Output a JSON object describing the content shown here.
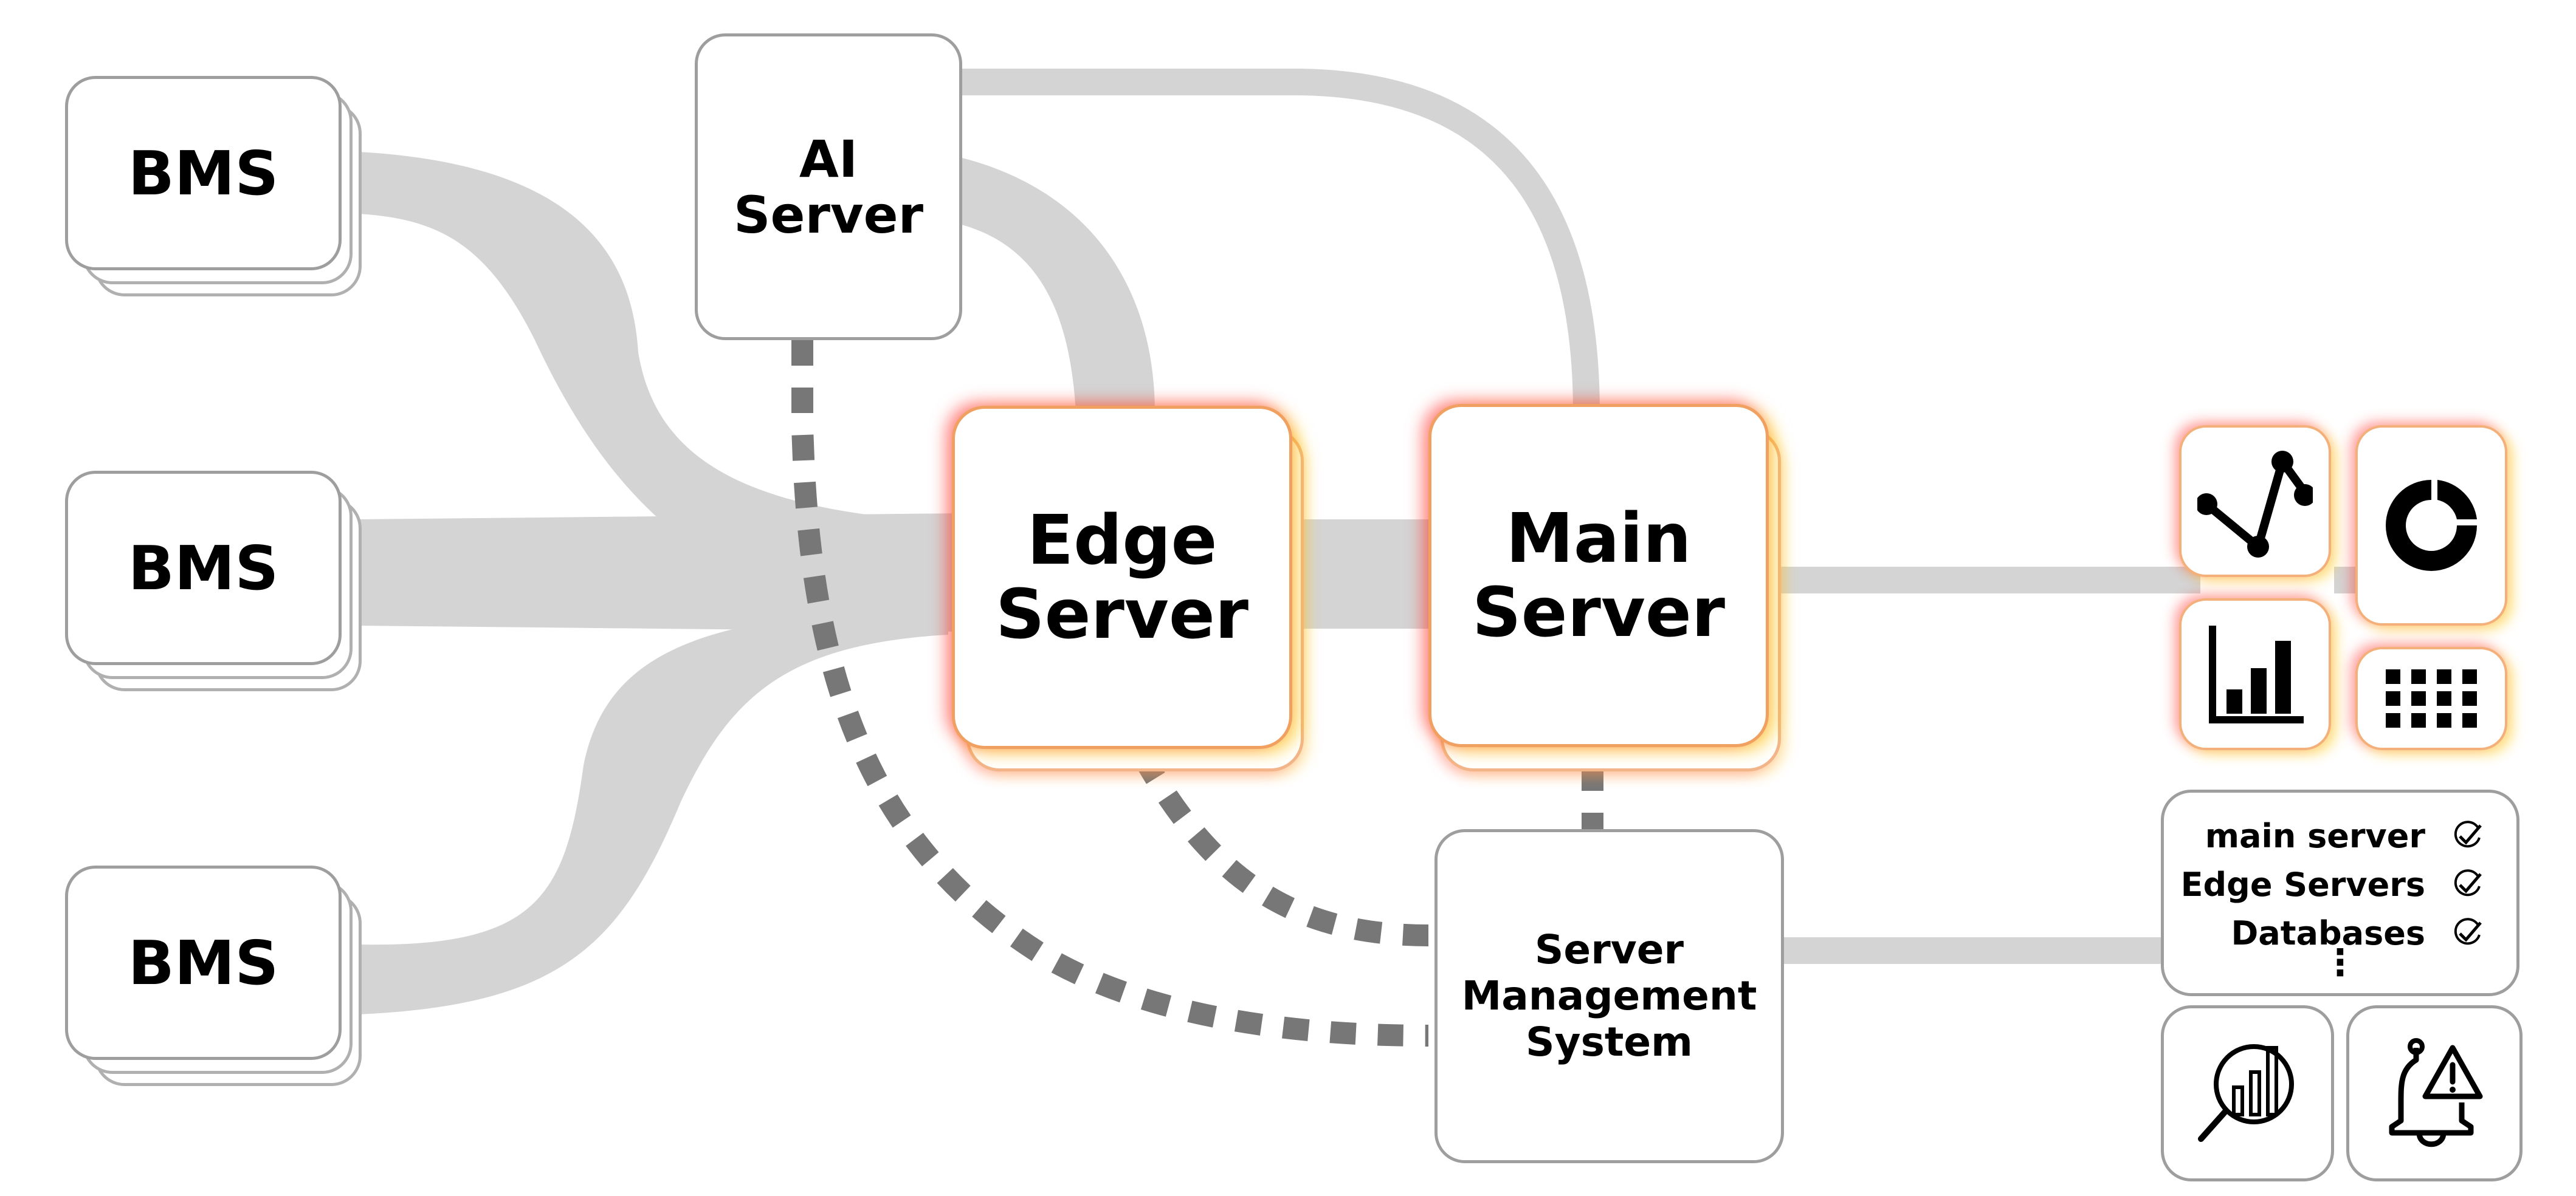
{
  "nodes": {
    "bms": [
      "BMS",
      "BMS",
      "BMS"
    ],
    "ai_server": "AI\nServer",
    "edge_server": "Edge\nServer",
    "main_server": "Main\nServer",
    "server_management_system": "Server\nManagement\nSystem"
  },
  "status_panel": {
    "items": [
      {
        "label": "main server",
        "icon": "check-icon"
      },
      {
        "label": "Edge Servers",
        "icon": "check-icon"
      },
      {
        "label": "Databases",
        "icon": "check-icon"
      }
    ],
    "more": "⋮"
  },
  "dashboard_icons": [
    "line-chart-icon",
    "donut-chart-icon",
    "bar-chart-icon",
    "grid-icon"
  ],
  "management_icons": [
    "search-analytics-icon",
    "alert-bell-icon"
  ],
  "colors": {
    "flow": "#d4d4d4",
    "dashed": "#777777",
    "box_border": "#9e9e9e",
    "glow_red": "#ff2020",
    "glow_yellow": "#ffc400"
  }
}
